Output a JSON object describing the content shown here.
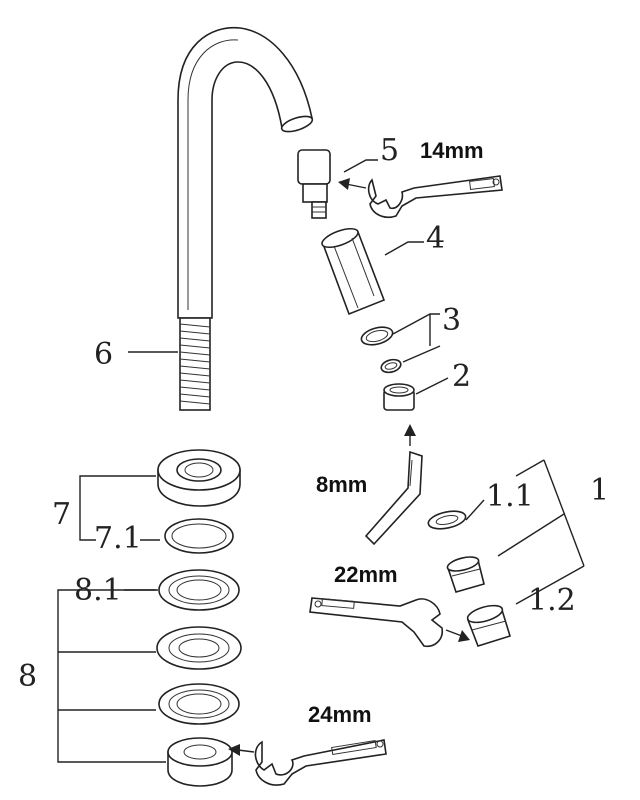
{
  "parts": {
    "p5": "5",
    "p4": "4",
    "p3": "3",
    "p2": "2",
    "p6": "6",
    "p1": "1",
    "p1_1": "1.1",
    "p1_2": "1.2",
    "p7": "7",
    "p7_1": "7.1",
    "p8": "8",
    "p8_1": "8.1"
  },
  "tools": {
    "wrench_14": "14mm",
    "hex_key_8": "8mm",
    "wrench_22": "22mm",
    "wrench_24": "24mm"
  }
}
